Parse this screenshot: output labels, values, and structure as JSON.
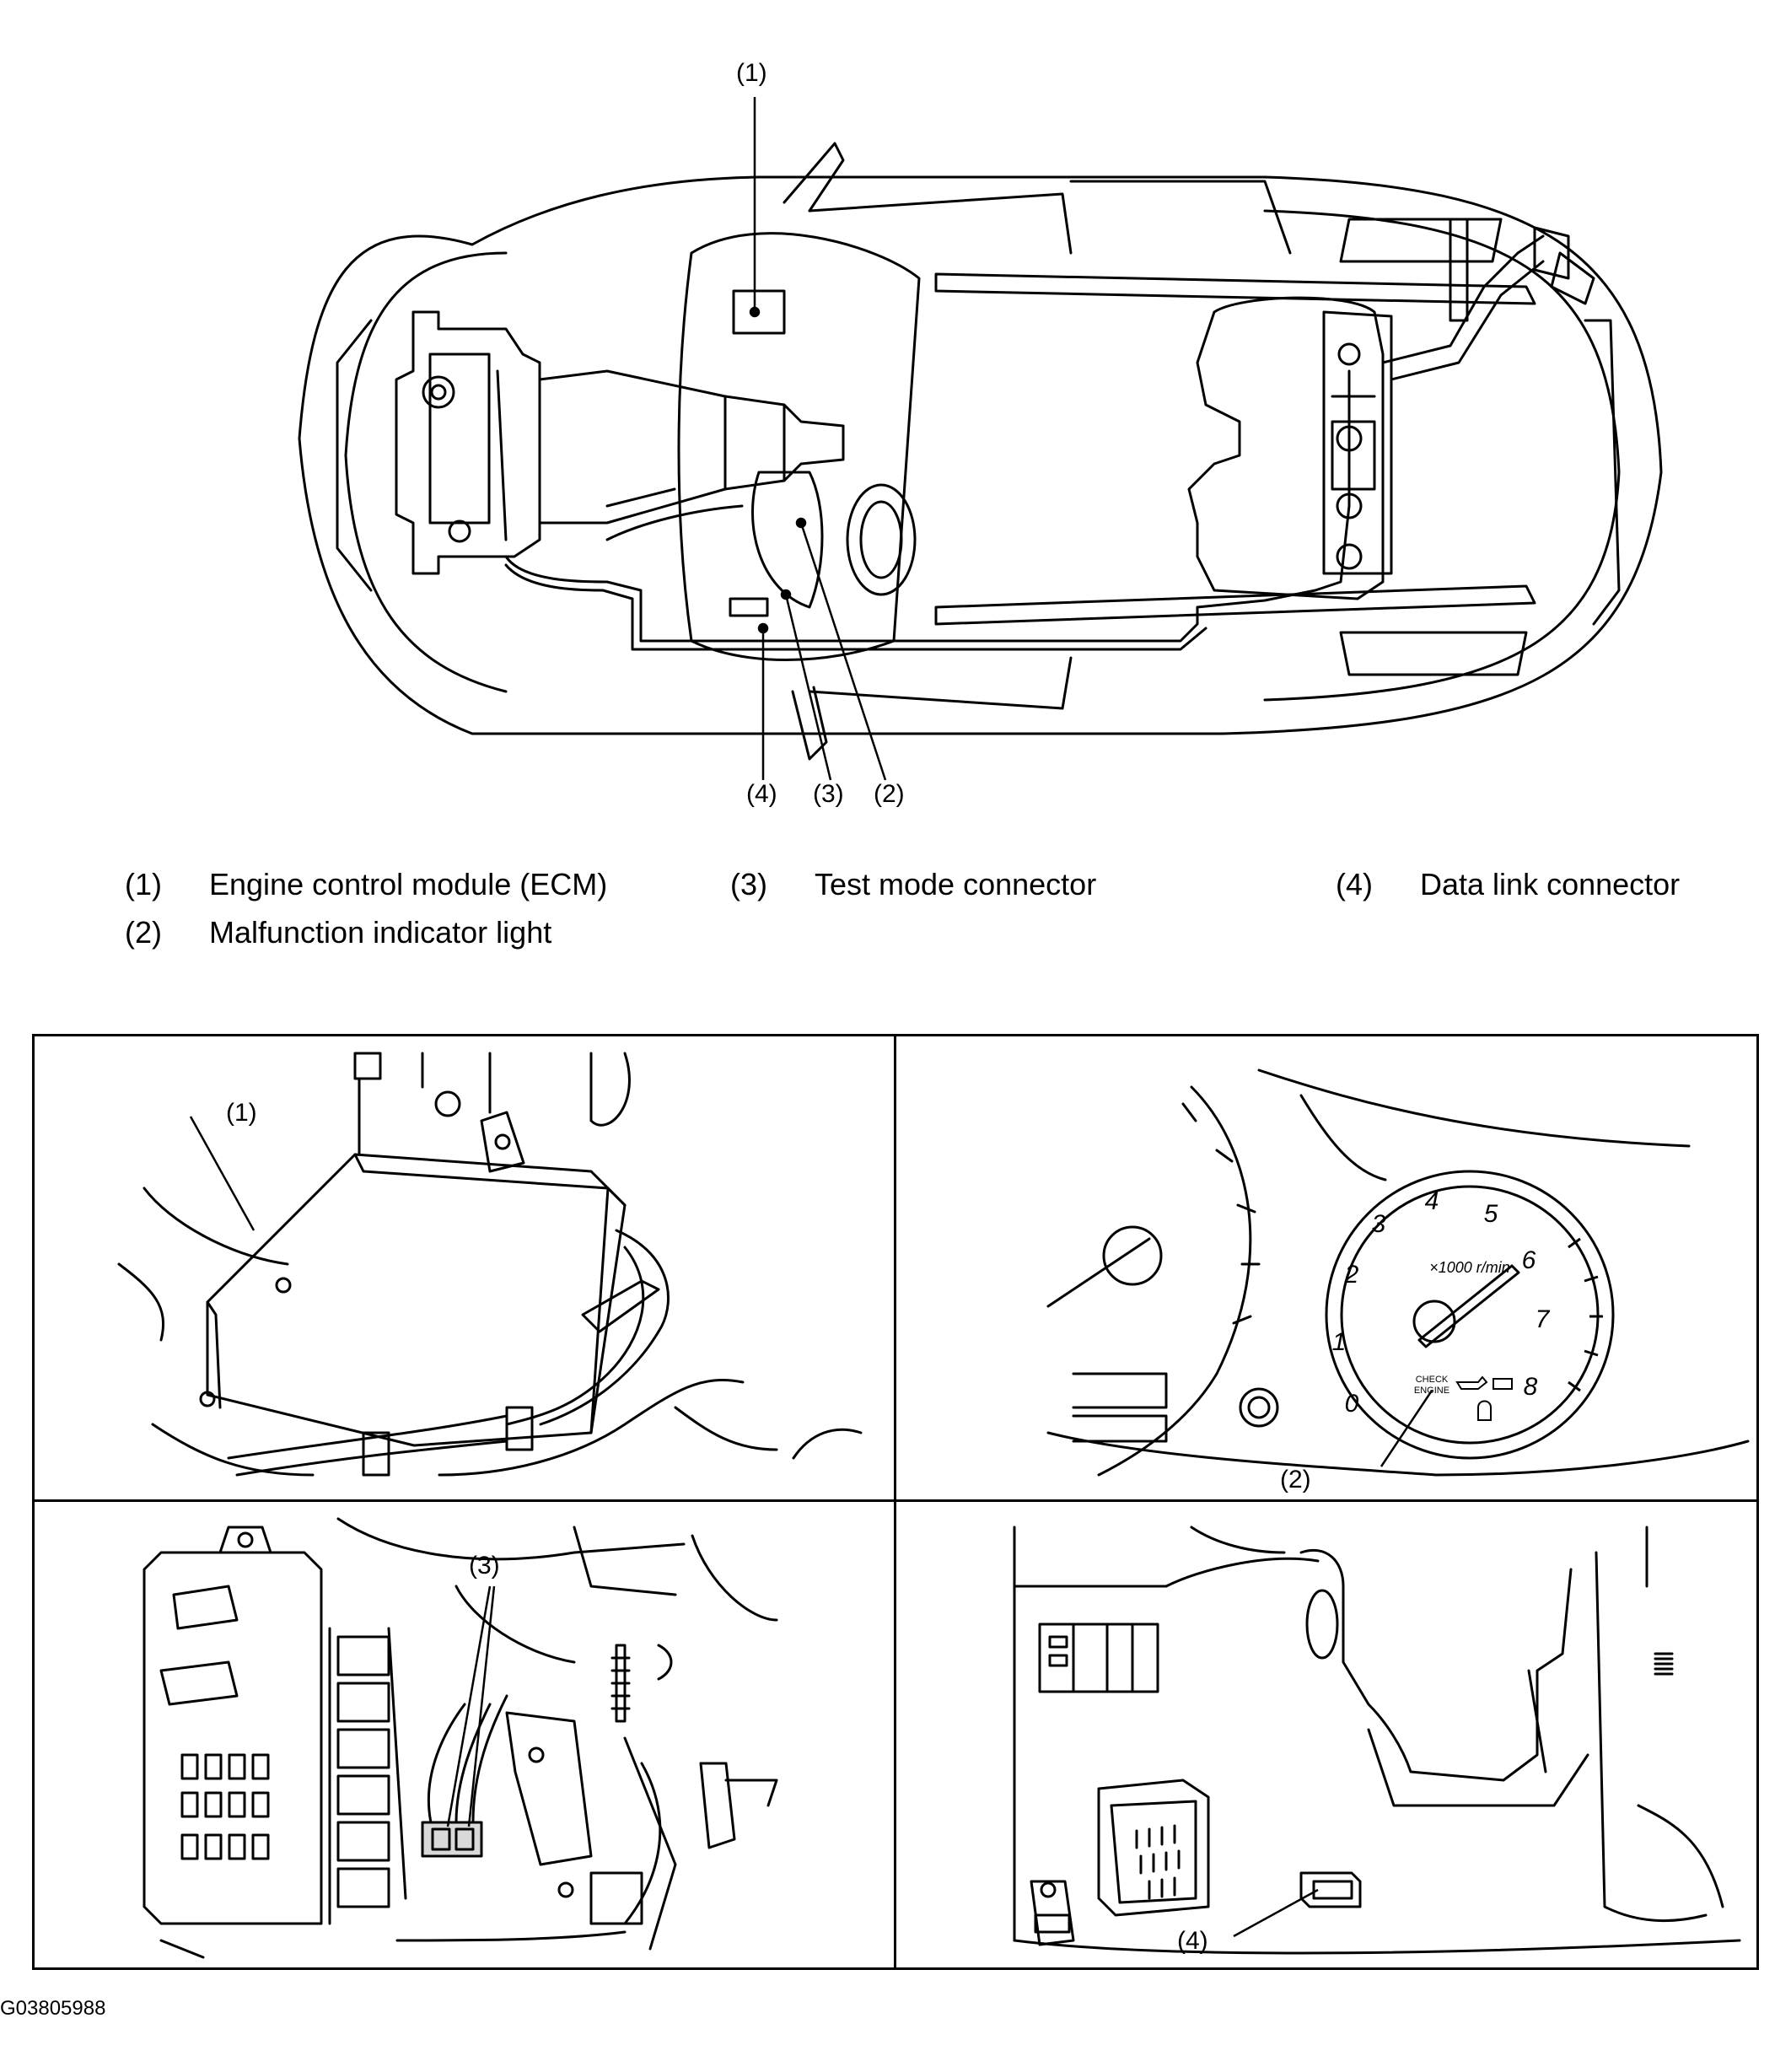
{
  "overview": {
    "callouts": {
      "c1": "(1)",
      "c2": "(2)",
      "c3": "(3)",
      "c4": "(4)"
    }
  },
  "legend": [
    {
      "num": "(1)",
      "text": "Engine control module (ECM)"
    },
    {
      "num": "(2)",
      "text": "Malfunction indicator light"
    },
    {
      "num": "(3)",
      "text": "Test mode connector"
    },
    {
      "num": "(4)",
      "text": "Data link connector"
    }
  ],
  "panels": {
    "ecm": {
      "callout": "(1)"
    },
    "cluster": {
      "callout": "(2)",
      "ticks": [
        "0",
        "1",
        "2",
        "3",
        "4",
        "5",
        "6",
        "7",
        "8"
      ],
      "unit": "×1000 r/min",
      "warning": [
        "CHECK",
        "ENGINE"
      ]
    },
    "test_mode": {
      "callout": "(3)"
    },
    "dlc": {
      "callout": "(4)"
    }
  },
  "figure_id": "G03805988",
  "colors": {
    "ink": "#000000",
    "paper": "#ffffff"
  }
}
